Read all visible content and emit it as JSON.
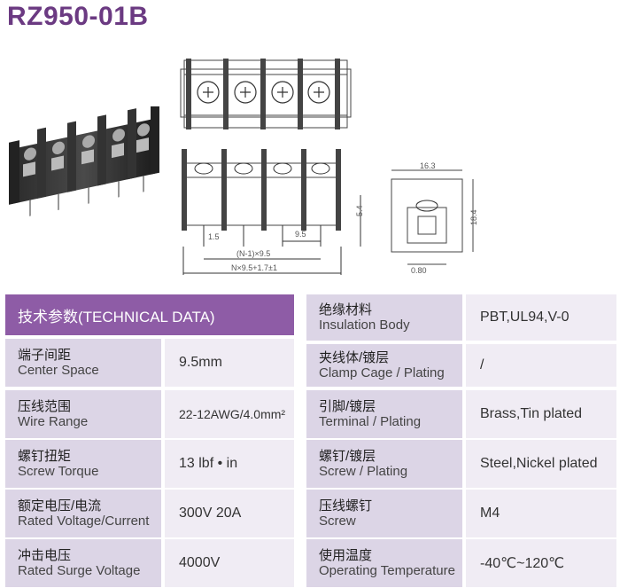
{
  "title": "RZ950-01B",
  "drawing": {
    "dim_pitch": "1.5",
    "dim_9_5": "9.5",
    "dim_n1": "(N-1)×9.5",
    "dim_total": "N×9.5+1.7±1",
    "dim_5_4": "5.4",
    "dim_16_3": "16.3",
    "dim_18_4": "18.4",
    "dim_0_80": "0.80"
  },
  "table": {
    "header": "技术参数(TECHNICAL DATA)",
    "left_rows": [
      {
        "cn": "端子间距",
        "en": "Center Space",
        "value": "9.5mm"
      },
      {
        "cn": "压线范围",
        "en": "Wire Range",
        "value": "22-12AWG/4.0mm²"
      },
      {
        "cn": "螺钉扭矩",
        "en": "Screw Torque",
        "value": "13 lbf • in"
      },
      {
        "cn": "额定电压/电流",
        "en": "Rated Voltage/Current",
        "value": "300V 20A"
      },
      {
        "cn": "冲击电压",
        "en": "Rated Surge Voltage",
        "value": "4000V"
      }
    ],
    "right_rows": [
      {
        "cn": "绝缘材料",
        "en": "Insulation Body",
        "value": "PBT,UL94,V-0"
      },
      {
        "cn": "夹线体/镀层",
        "en": "Clamp Cage / Plating",
        "value": "/"
      },
      {
        "cn": "引脚/镀层",
        "en": "Terminal / Plating",
        "value": "Brass,Tin plated"
      },
      {
        "cn": "螺钉/镀层",
        "en": "Screw / Plating",
        "value": "Steel,Nickel plated"
      },
      {
        "cn": "压线螺钉",
        "en": "Screw",
        "value": "M4"
      },
      {
        "cn": "使用温度",
        "en": "Operating Temperature",
        "value": "-40℃~120℃"
      }
    ]
  }
}
